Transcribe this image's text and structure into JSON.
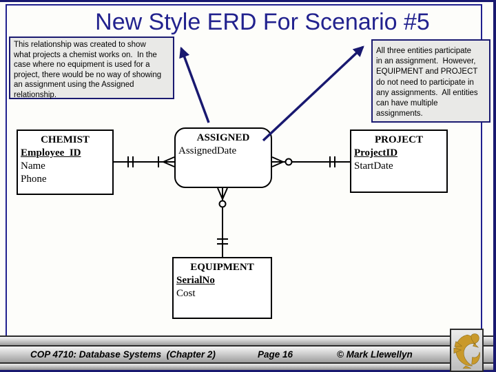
{
  "slide": {
    "title": "New Style ERD For Scenario #5"
  },
  "callouts": {
    "left": "This relationship was created to show\nwhat projects a chemist works on.  In the\ncase where no equipment is used for a\nproject, there would be no way of showing\nan assignment using the Assigned\nrelationship.",
    "right": "All three entities participate\nin an assignment.  However,\nEQUIPMENT and PROJECT\ndo not need to participate in\nany assignments.  All entities\ncan have multiple\nassignments."
  },
  "entities": [
    {
      "name": "CHEMIST",
      "attributes": [
        {
          "label": "Employee_ID",
          "pk": true
        },
        {
          "label": "Name",
          "pk": false
        },
        {
          "label": "Phone",
          "pk": false
        }
      ]
    },
    {
      "name": "ASSIGNED",
      "shape": "rounded",
      "attributes": [
        {
          "label": "AssignedDate",
          "pk": false
        }
      ]
    },
    {
      "name": "PROJECT",
      "attributes": [
        {
          "label": "ProjectID",
          "pk": true
        },
        {
          "label": "StartDate",
          "pk": false
        }
      ]
    },
    {
      "name": "EQUIPMENT",
      "attributes": [
        {
          "label": "SerialNo",
          "pk": true
        },
        {
          "label": "Cost",
          "pk": false
        }
      ]
    }
  ],
  "relationships": [
    {
      "from": "CHEMIST",
      "to": "ASSIGNED",
      "from_cardinality": "one-and-only-one",
      "to_cardinality": "one-or-many"
    },
    {
      "from": "ASSIGNED",
      "to": "PROJECT",
      "from_cardinality": "zero-or-many",
      "to_cardinality": "one-and-only-one"
    },
    {
      "from": "ASSIGNED",
      "to": "EQUIPMENT",
      "from_cardinality": "zero-or-many",
      "to_cardinality": "one-and-only-one"
    }
  ],
  "footer": {
    "course": "COP 4710: Database Systems  (Chapter 2)",
    "page": "Page 16",
    "copyright": "© Mark Llewellyn"
  },
  "icons": {
    "logo": "ucf-pegasus-logo"
  },
  "colors": {
    "frame_navy": "#191970",
    "border_navy": "#1f1f8e",
    "title_navy": "#22228e",
    "callout_bg": "#e9e9e7",
    "logo_gold": "#c9992b"
  }
}
